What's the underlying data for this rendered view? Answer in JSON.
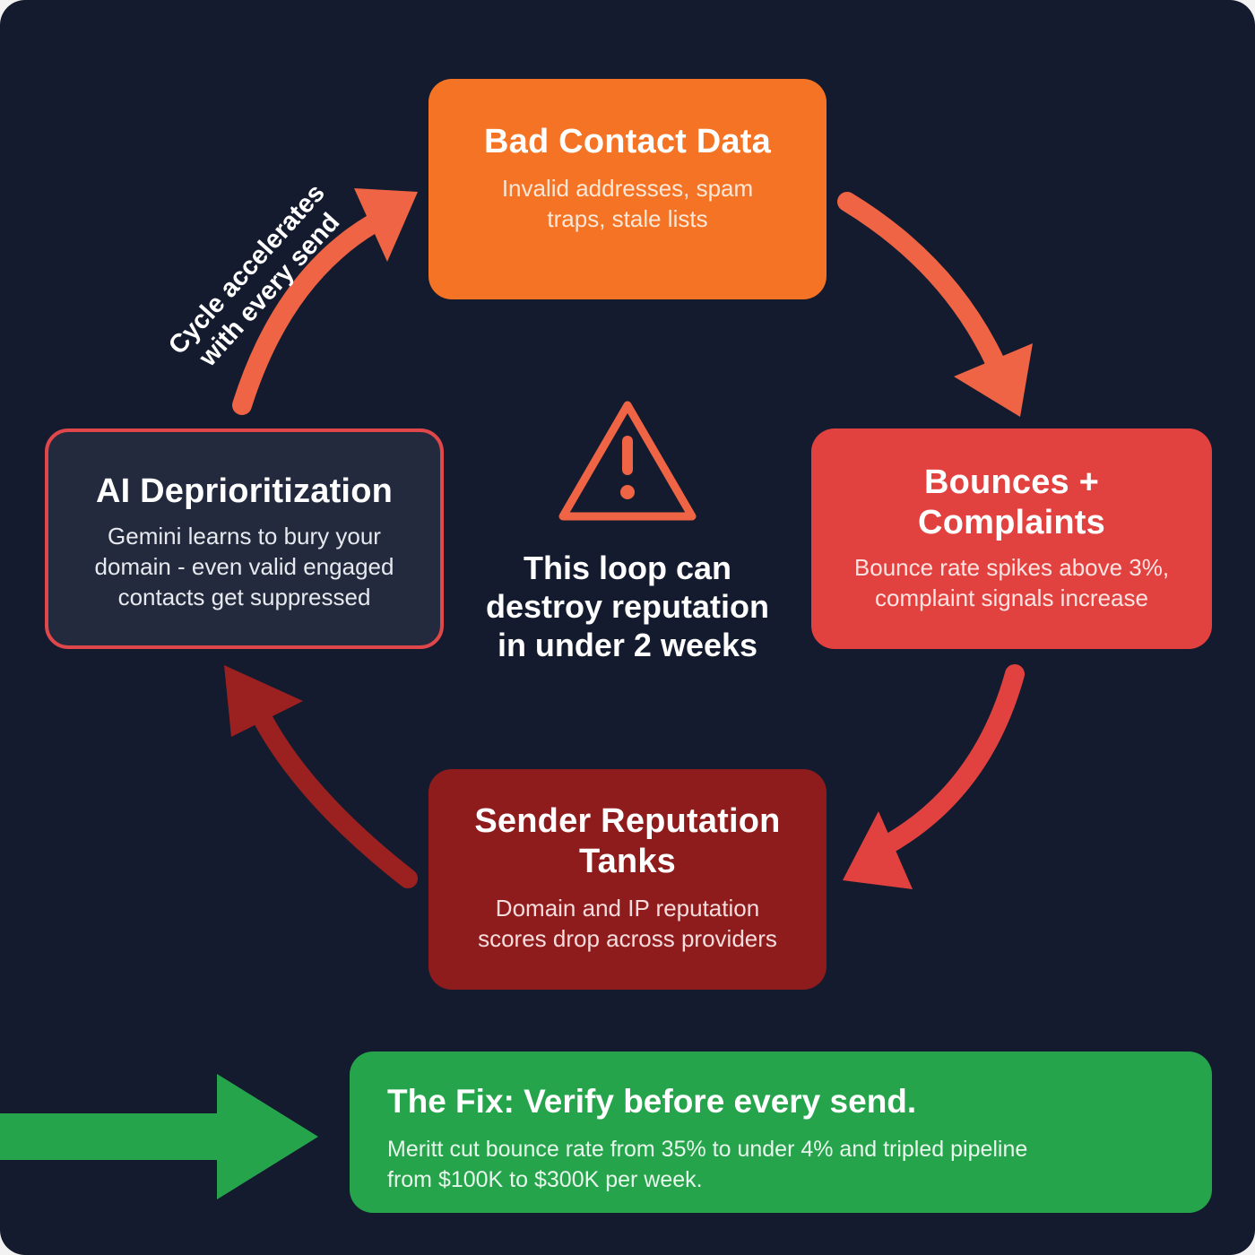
{
  "colors": {
    "background": "#141b2e",
    "bad_contact_box": "#f47324",
    "bounces_box": "#e2423f",
    "sender_box": "#8f1c1d",
    "ai_box": "#232a3d",
    "ai_border": "#e0474a",
    "fix_box": "#25a44c",
    "arrow_orange": "#ef6444",
    "arrow_red": "#e2423f",
    "arrow_darkred": "#9b2121",
    "warning": "#ef6444"
  },
  "cycle_label": "Cycle accelerates with every send",
  "nodes": {
    "bad_contact": {
      "title": "Bad Contact Data",
      "desc_line1": "Invalid addresses, spam",
      "desc_line2": "traps, stale lists"
    },
    "bounces": {
      "title_line1": "Bounces +",
      "title_line2": "Complaints",
      "desc_line1": "Bounce rate spikes above 3%,",
      "desc_line2": "complaint signals increase"
    },
    "sender": {
      "title_line1": "Sender Reputation",
      "title_line2": "Tanks",
      "desc_line1": "Domain and IP reputation",
      "desc_line2": "scores drop across providers"
    },
    "ai": {
      "title": "AI Deprioritization",
      "desc_line1": "Gemini learns to bury your",
      "desc_line2": "domain - even valid engaged",
      "desc_line3": "contacts get suppressed"
    }
  },
  "center": {
    "icon": "warning-triangle-icon",
    "line1": "This loop can",
    "line2": "destroy reputation",
    "line3": "in under 2 weeks"
  },
  "fix": {
    "icon": "right-arrow-icon",
    "title": "The Fix: Verify before every send.",
    "desc_line1": "Meritt cut bounce rate from 35% to under 4% and tripled pipeline",
    "desc_line2": "from $100K to $300K per week."
  }
}
